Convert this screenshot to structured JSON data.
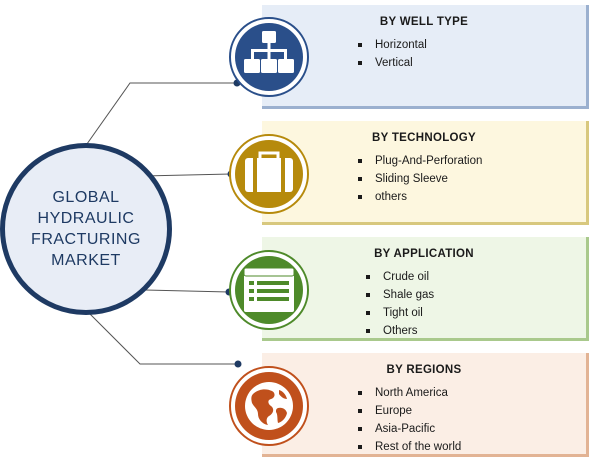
{
  "hub": {
    "lines": [
      "GLOBAL",
      "HYDRAULIC",
      "FRACTURING",
      "MARKET"
    ]
  },
  "segments": [
    {
      "title": "BY WELL TYPE",
      "icon": "org-chart-icon",
      "accent": "#2a4f8a",
      "items": [
        "Horizontal",
        "Vertical"
      ]
    },
    {
      "title": "BY TECHNOLOGY",
      "icon": "briefcase-icon",
      "accent": "#b68a0c",
      "items": [
        "Plug-And-Perforation",
        "Sliding Sleeve",
        "others"
      ]
    },
    {
      "title": "BY APPLICATION",
      "icon": "form-icon",
      "accent": "#4e8a2a",
      "items": [
        "Crude oil",
        "Shale gas",
        "Tight oil",
        "Others"
      ]
    },
    {
      "title": "BY REGIONS",
      "icon": "globe-icon",
      "accent": "#c0501c",
      "items": [
        "North America",
        "Europe",
        "Asia-Pacific",
        "Rest of the world"
      ]
    }
  ],
  "colors": {
    "hub_border": "#1e3a63",
    "hub_fill": "#e8edf6",
    "connector": "#555555"
  }
}
